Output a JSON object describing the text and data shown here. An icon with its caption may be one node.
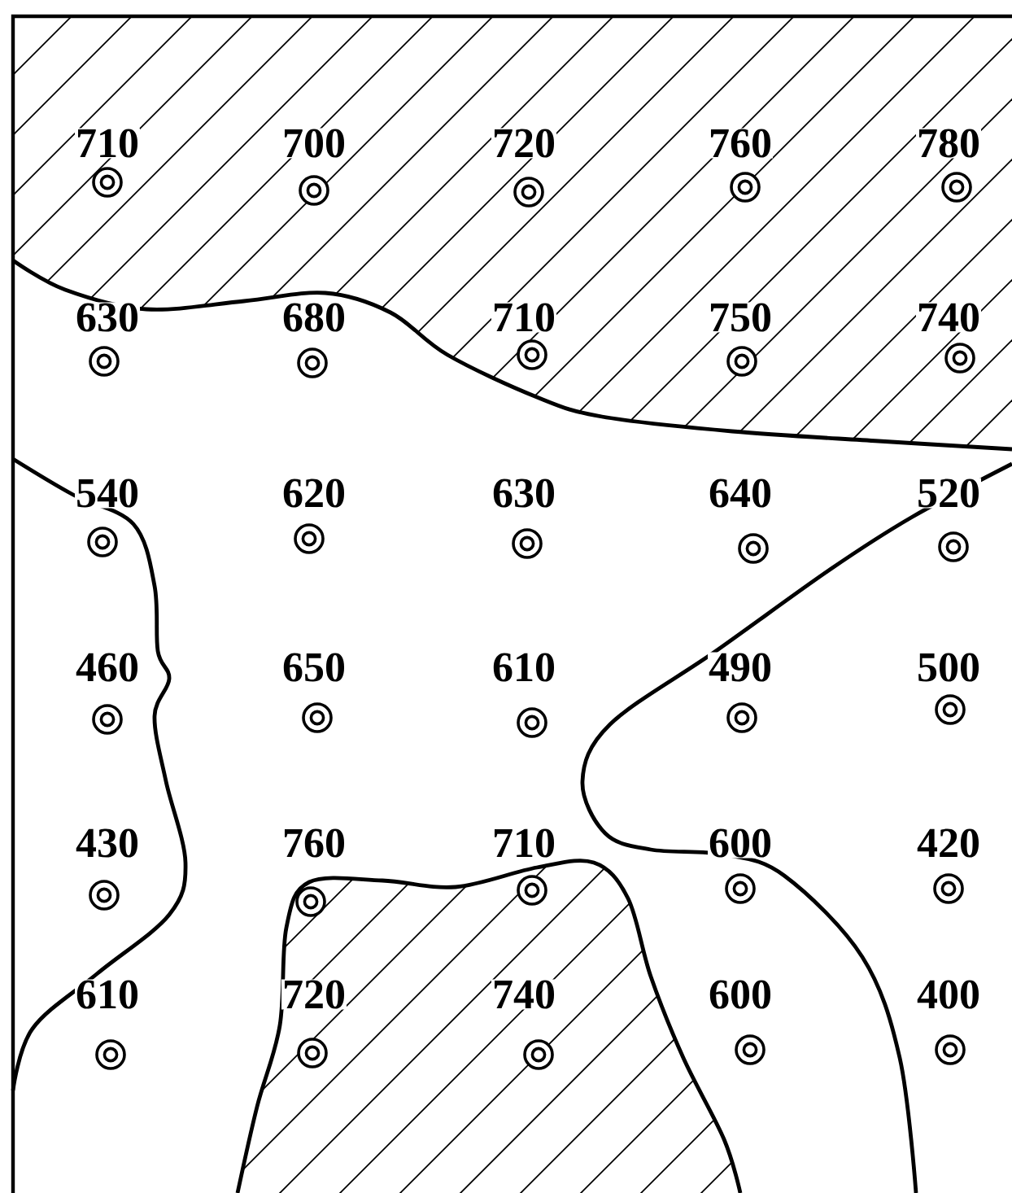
{
  "diagram": {
    "labels": [
      "710",
      "700",
      "720",
      "760",
      "780",
      "630",
      "680",
      "710",
      "750",
      "740",
      "540",
      "620",
      "630",
      "640",
      "520",
      "460",
      "650",
      "610",
      "490",
      "500",
      "430",
      "760",
      "710",
      "600",
      "420",
      "610",
      "720",
      "740",
      "600",
      "400"
    ]
  }
}
